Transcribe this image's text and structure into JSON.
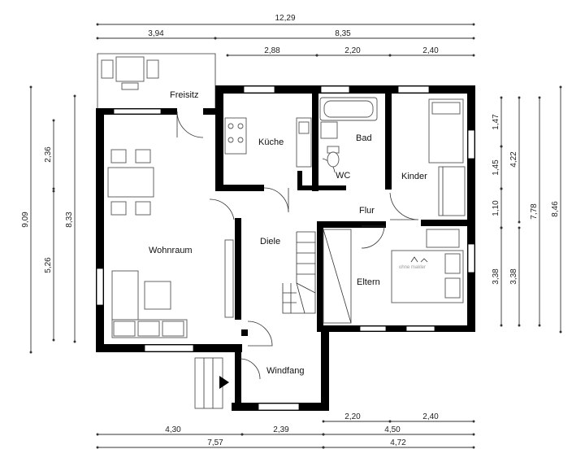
{
  "rooms": {
    "freisitz": "Freisitz",
    "kueche": "Küche",
    "bad": "Bad",
    "wc": "WC",
    "kinder": "Kinder",
    "flur": "Flur",
    "wohnraum": "Wohnraum",
    "diele": "Diele",
    "eltern": "Eltern",
    "windfang": "Windfang"
  },
  "dimensions": {
    "top_total": "12,29",
    "top_left": "3,94",
    "top_right": "8,35",
    "top_seg1": "2,88",
    "top_seg2": "2,20",
    "top_seg3": "2,40",
    "left_outer": "9,09",
    "left_inner": "8,33",
    "left_seg1": "2,36",
    "left_seg2": "5,26",
    "right_seg1": "1,47",
    "right_seg2": "1,45",
    "right_seg3": "1,10",
    "right_seg4": "3,38",
    "right_mid1": "4,22",
    "right_mid2": "3,38",
    "right_col3": "7,78",
    "right_col4": "8,46",
    "bottom_seg1": "2,20",
    "bottom_seg2": "2,40",
    "bottom_a": "4,30",
    "bottom_b": "2,39",
    "bottom_c": "4,50",
    "bottom_total_left": "7,57",
    "bottom_total_right": "4,72"
  },
  "watermark": "ohne makler"
}
